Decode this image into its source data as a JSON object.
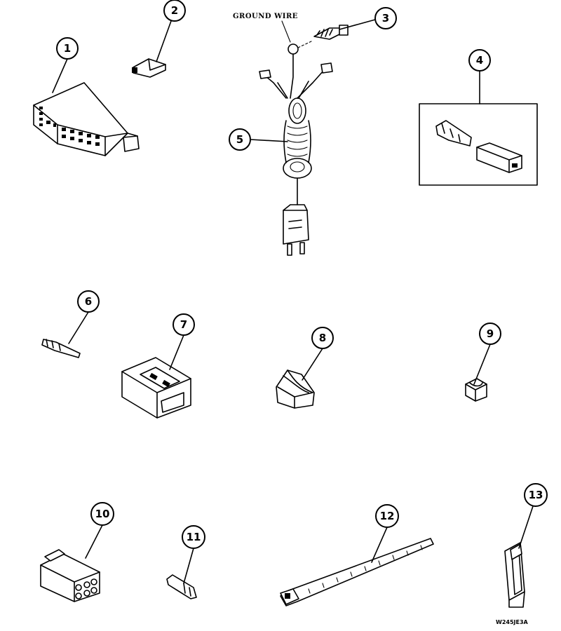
{
  "diagram": {
    "ground_wire_label": "GROUND WIRE",
    "drawing_code": "W245JE3A",
    "callouts": [
      "1",
      "2",
      "3",
      "4",
      "5",
      "6",
      "7",
      "8",
      "9",
      "10",
      "11",
      "12",
      "13"
    ]
  }
}
